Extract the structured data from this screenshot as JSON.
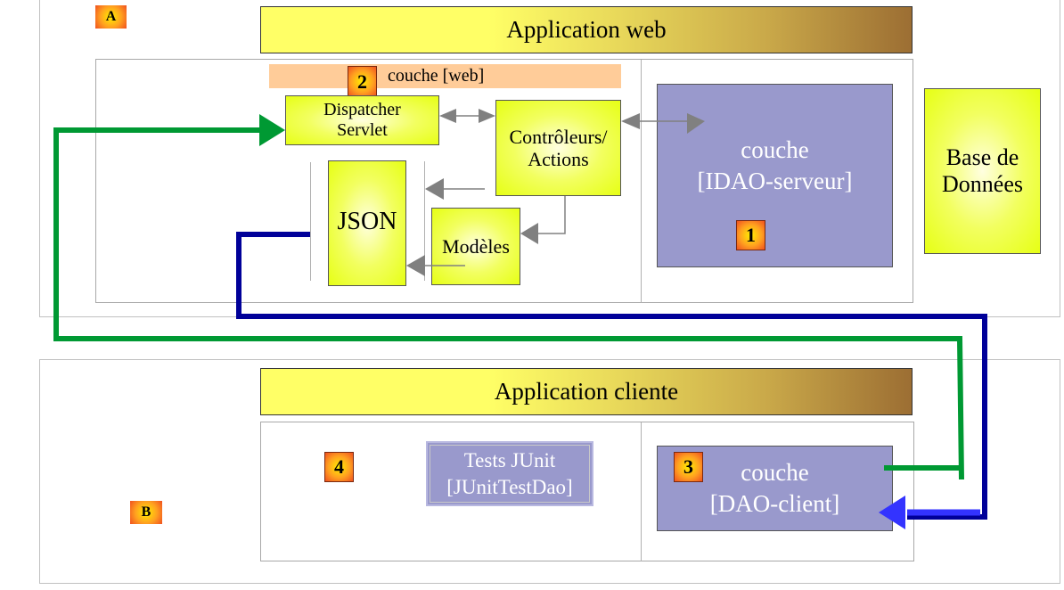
{
  "panels": {
    "a_label": "A",
    "b_label": "B"
  },
  "web_app": {
    "title": "Application web",
    "web_layer": {
      "badge": "2",
      "label": "couche [web]",
      "dispatcher": [
        "Dispatcher",
        "Servlet"
      ],
      "controllers": [
        "Contrôleurs/",
        "Actions"
      ],
      "json": "JSON",
      "models": "Modèles"
    },
    "dao_server": {
      "line1": "couche",
      "line2": "[IDAO-serveur]",
      "badge": "1"
    }
  },
  "database": {
    "line1": "Base de",
    "line2": "Données"
  },
  "client_app": {
    "title": "Application cliente",
    "tests_badge": "4",
    "tests": {
      "line1": "Tests JUnit",
      "line2": "[JUnitTestDao]"
    },
    "dao_client": {
      "badge": "3",
      "line1": "couche",
      "line2": "[DAO-client]"
    }
  },
  "colors": {
    "request_path": "#009933",
    "response_path": "#000099",
    "response_arrowhead": "#3333ff",
    "internal_arrow": "#808080",
    "dao_layer": "#9999cc",
    "web_strip": "#ffcc99"
  }
}
